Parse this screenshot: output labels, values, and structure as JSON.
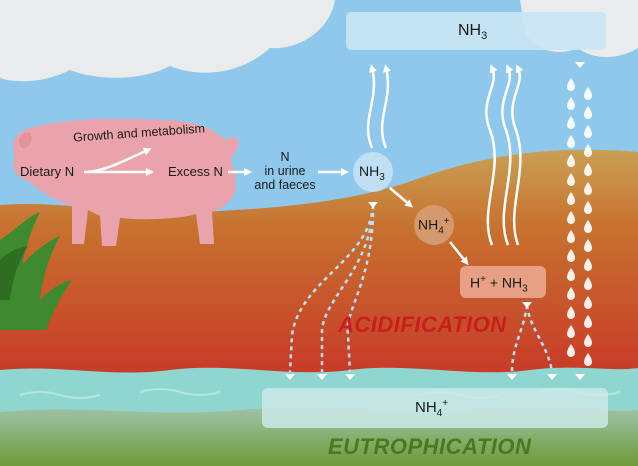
{
  "labels": {
    "nh3_top_sub_base": "NH",
    "nh3_top_sub": "3",
    "growth": "Growth and metabolism",
    "dietary": "Dietary N",
    "excess": "Excess N",
    "urine_n": "N",
    "urine_line2": "in urine",
    "urine_line3": "and faeces",
    "nh3_soil_base": "NH",
    "nh3_soil_sub": "3",
    "nh4_soil_base": "NH",
    "nh4_soil_sub": "4",
    "nh4_soil_sup": "+",
    "h_nh3_h": "H",
    "h_nh3_sup": "+",
    "h_nh3_plus": " + NH",
    "h_nh3_sub": "3",
    "acidification": "ACIDIFICATION",
    "nh4_water_base": "NH",
    "nh4_water_sub": "4",
    "nh4_water_sup": "+",
    "eutrophication": "EUTROPHICATION"
  },
  "colors": {
    "sky": "#8fc8ea",
    "cloud": "#e9ebec",
    "soil_top": "#b88a4a",
    "soil_bottom": "#c93a2a",
    "water": "#8fd6d0",
    "sediment": "#6f9a3a",
    "pig": "#eaa3ab",
    "nh3_bubble": "#bfe0f3",
    "nh4_bubble": "#d49a6e",
    "hnh3_box": "#e7a085",
    "acid_text": "#c81e1e",
    "eutro_text": "#4b7a1e"
  },
  "icons": [
    "cloud-icon",
    "pig-icon",
    "grass-icon",
    "rain-drop-icon",
    "arrow-icon"
  ]
}
